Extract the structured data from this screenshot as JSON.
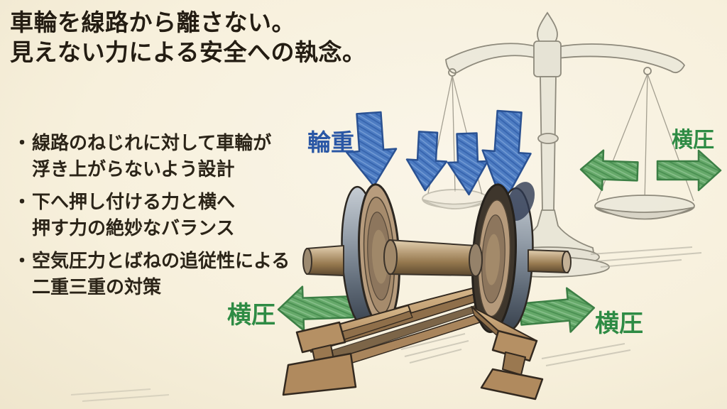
{
  "slide": {
    "title_lines": [
      "車輪を線路から離さない。",
      "見えない力による安全への執念。"
    ],
    "bullet_char": "・",
    "bullets": [
      {
        "l1": "線路のねじれに対して車輪が",
        "l2": "浮き上がらないよう設計"
      },
      {
        "l1": "下へ押し付ける力と横へ",
        "l2": "押す力の絶妙なバランス"
      },
      {
        "l1": "空気圧力とばねの追従性による",
        "l2": "二重三重の対策"
      }
    ]
  },
  "labels": {
    "wheel_load": "輪重",
    "lateral_top_right": "横圧",
    "lateral_bottom_left": "横圧",
    "lateral_bottom_right": "横圧"
  },
  "colors": {
    "paper": "#f8f2df",
    "title_text": "#241d13",
    "body_text": "#2b2418",
    "wheel_load_blue": "#2a57a5",
    "lateral_green": "#2e8b44",
    "arrow_blue_fill": "#4d7cc2",
    "arrow_green_fill": "#66a96a",
    "pencil_gray": "#8a867c",
    "rail_brown": "#b08a5e"
  },
  "illustration": {
    "icons": [
      {
        "name": "down-arrow-icon",
        "count": 4,
        "color": "#4d7cc2"
      },
      {
        "name": "left-arrow-icon",
        "count": 2,
        "color": "#66a96a"
      },
      {
        "name": "right-arrow-icon",
        "count": 2,
        "color": "#66a96a"
      },
      {
        "name": "balance-scale-sketch",
        "count": 1,
        "color": "#8a867c"
      },
      {
        "name": "wheelset-sketch",
        "count": 1,
        "color": "#8a6a48"
      },
      {
        "name": "twisted-rails-sketch",
        "count": 2,
        "color": "#b08a5e"
      }
    ]
  }
}
